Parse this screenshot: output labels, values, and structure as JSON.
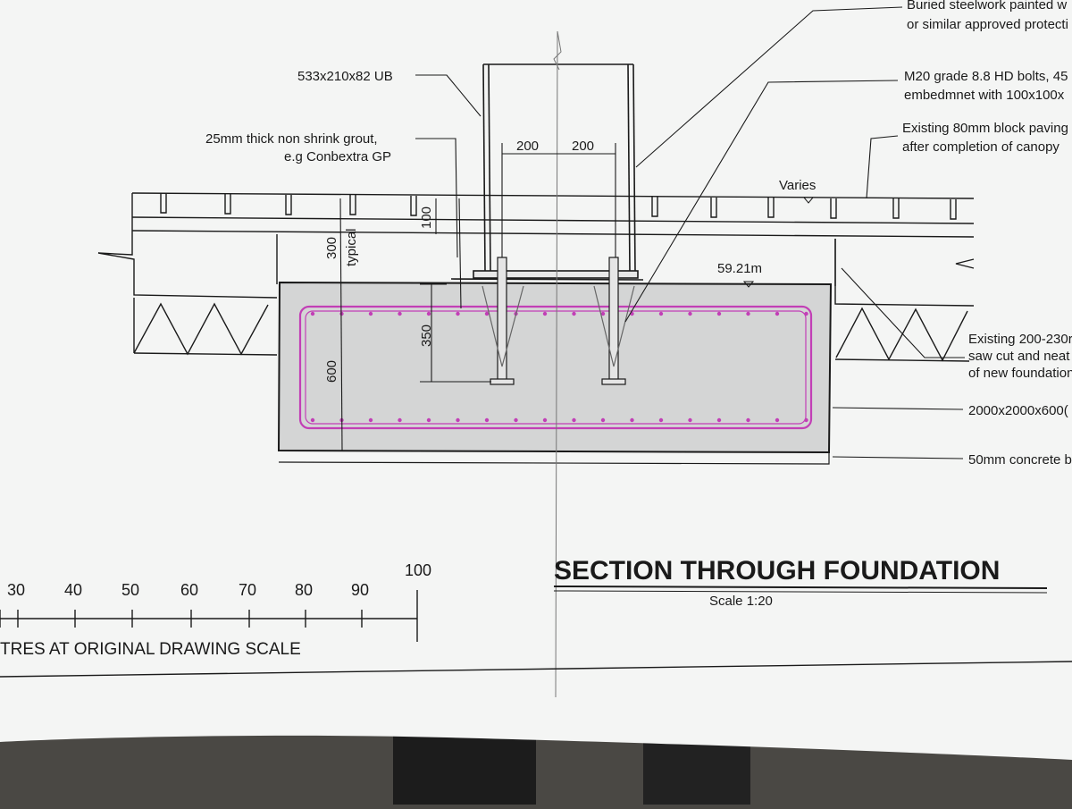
{
  "drawing": {
    "title": "SECTION THROUGH FOUNDATION",
    "scale": "Scale 1:20",
    "scale_bar": {
      "ticks": [
        "30",
        "40",
        "50",
        "60",
        "70",
        "80",
        "90",
        "100"
      ],
      "caption": "TRES AT ORIGINAL DRAWING SCALE"
    },
    "labels": {
      "ub": "533x210x82 UB",
      "grout_1": "25mm thick non shrink grout,",
      "grout_2": "e.g Conbextra GP",
      "dim_200_left": "200",
      "dim_200_right": "200",
      "varies": "Varies",
      "level": "59.21m",
      "dim_300": "300",
      "typical": "typical",
      "dim_100": "100",
      "dim_350": "350",
      "dim_600": "600",
      "buried_1": "Buried steelwork painted w",
      "buried_2": "or similar approved protecti",
      "bolts_1": "M20 grade 8.8 HD bolts, 45",
      "bolts_2": "embedmnet with 100x100x",
      "paving_1": "Existing 80mm block paving",
      "paving_2": "after completion of canopy",
      "existing_1": "Existing 200-230r",
      "existing_2": "saw cut and neat",
      "existing_3": "of new foundation",
      "pad": "2000x2000x600(",
      "blinding": "50mm concrete bl"
    },
    "colors": {
      "paper": "#f4f5f4",
      "ink": "#1a1a1a",
      "concrete": "#d4d5d5",
      "rebar": "#c23fb6",
      "background": "#4a4844"
    }
  }
}
